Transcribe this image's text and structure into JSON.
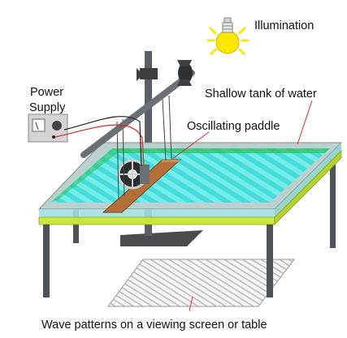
{
  "labels": {
    "illumination": "Illumination",
    "power_supply_line1": "Power",
    "power_supply_line2": "Supply",
    "tank": "Shallow tank of water",
    "paddle": "Oscillating paddle",
    "screen": "Wave patterns on a viewing screen or table"
  },
  "colors": {
    "water": "#4fe3e0",
    "tank_frame_green": "#c8e63c",
    "paddle_wood": "#b5703a",
    "bulb": "#ffe600",
    "stand_gray": "#5a5f63",
    "annotation_red": "#e0302a"
  },
  "icons": {
    "bulb": "light-bulb-icon",
    "meter": "voltmeter-icon",
    "motor": "motor-wheel-icon"
  }
}
